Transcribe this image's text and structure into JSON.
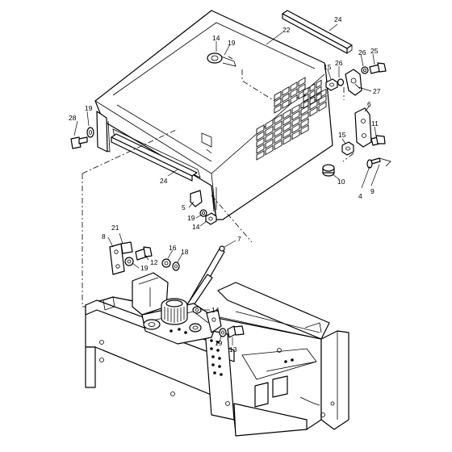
{
  "callouts": [
    {
      "id": "c14a",
      "text": "14"
    },
    {
      "id": "c19a",
      "text": "19"
    },
    {
      "id": "c22",
      "text": "22"
    },
    {
      "id": "c24a",
      "text": "24"
    },
    {
      "id": "c26a",
      "text": "26"
    },
    {
      "id": "c25",
      "text": "25"
    },
    {
      "id": "c15a",
      "text": "15"
    },
    {
      "id": "c26b",
      "text": "26"
    },
    {
      "id": "c27",
      "text": "27"
    },
    {
      "id": "c6",
      "text": "6"
    },
    {
      "id": "c19b",
      "text": "19"
    },
    {
      "id": "c28",
      "text": "28"
    },
    {
      "id": "c15b",
      "text": "15"
    },
    {
      "id": "c11",
      "text": "11"
    },
    {
      "id": "c24b",
      "text": "24"
    },
    {
      "id": "c10",
      "text": "10"
    },
    {
      "id": "c4",
      "text": "4"
    },
    {
      "id": "c9",
      "text": "9"
    },
    {
      "id": "c5",
      "text": "5"
    },
    {
      "id": "c19c",
      "text": "19"
    },
    {
      "id": "c14b",
      "text": "14"
    },
    {
      "id": "c7",
      "text": "7"
    },
    {
      "id": "c21",
      "text": "21"
    },
    {
      "id": "c8",
      "text": "8"
    },
    {
      "id": "c12",
      "text": "12"
    },
    {
      "id": "c16",
      "text": "16"
    },
    {
      "id": "c18",
      "text": "18"
    },
    {
      "id": "c19d",
      "text": "19"
    },
    {
      "id": "c14c",
      "text": "14"
    },
    {
      "id": "c19e",
      "text": "19"
    },
    {
      "id": "c13",
      "text": "13"
    }
  ]
}
